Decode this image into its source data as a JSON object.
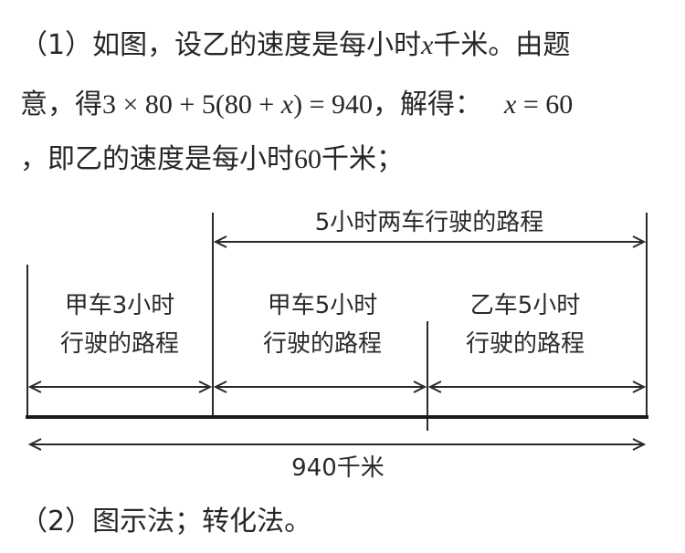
{
  "solution": {
    "line1": {
      "prefix": "（1）如图，设乙的速度是每小时",
      "var": "x",
      "suffix": "千米。由题"
    },
    "line2": {
      "prefix": "意，得",
      "equation": "3 × 80 + 5(80 + ",
      "equation_var": "x",
      "equation_end": ") = 940",
      "mid": "，解得：",
      "result_var": "x",
      "result": " = 60"
    },
    "line3": {
      "prefix": "，即乙的速度是每小时",
      "value": "60",
      "suffix": "千米；"
    },
    "line4": "（2）图示法；转化法。"
  },
  "diagram": {
    "top_label": "5小时两车行驶的路程",
    "seg1_line1": "甲车3小时",
    "seg1_line2": "行驶的路程",
    "seg2_line1": "甲车5小时",
    "seg2_line2": "行驶的路程",
    "seg3_line1": "乙车5小时",
    "seg3_line2": "行驶的路程",
    "total_label": "940千米"
  }
}
